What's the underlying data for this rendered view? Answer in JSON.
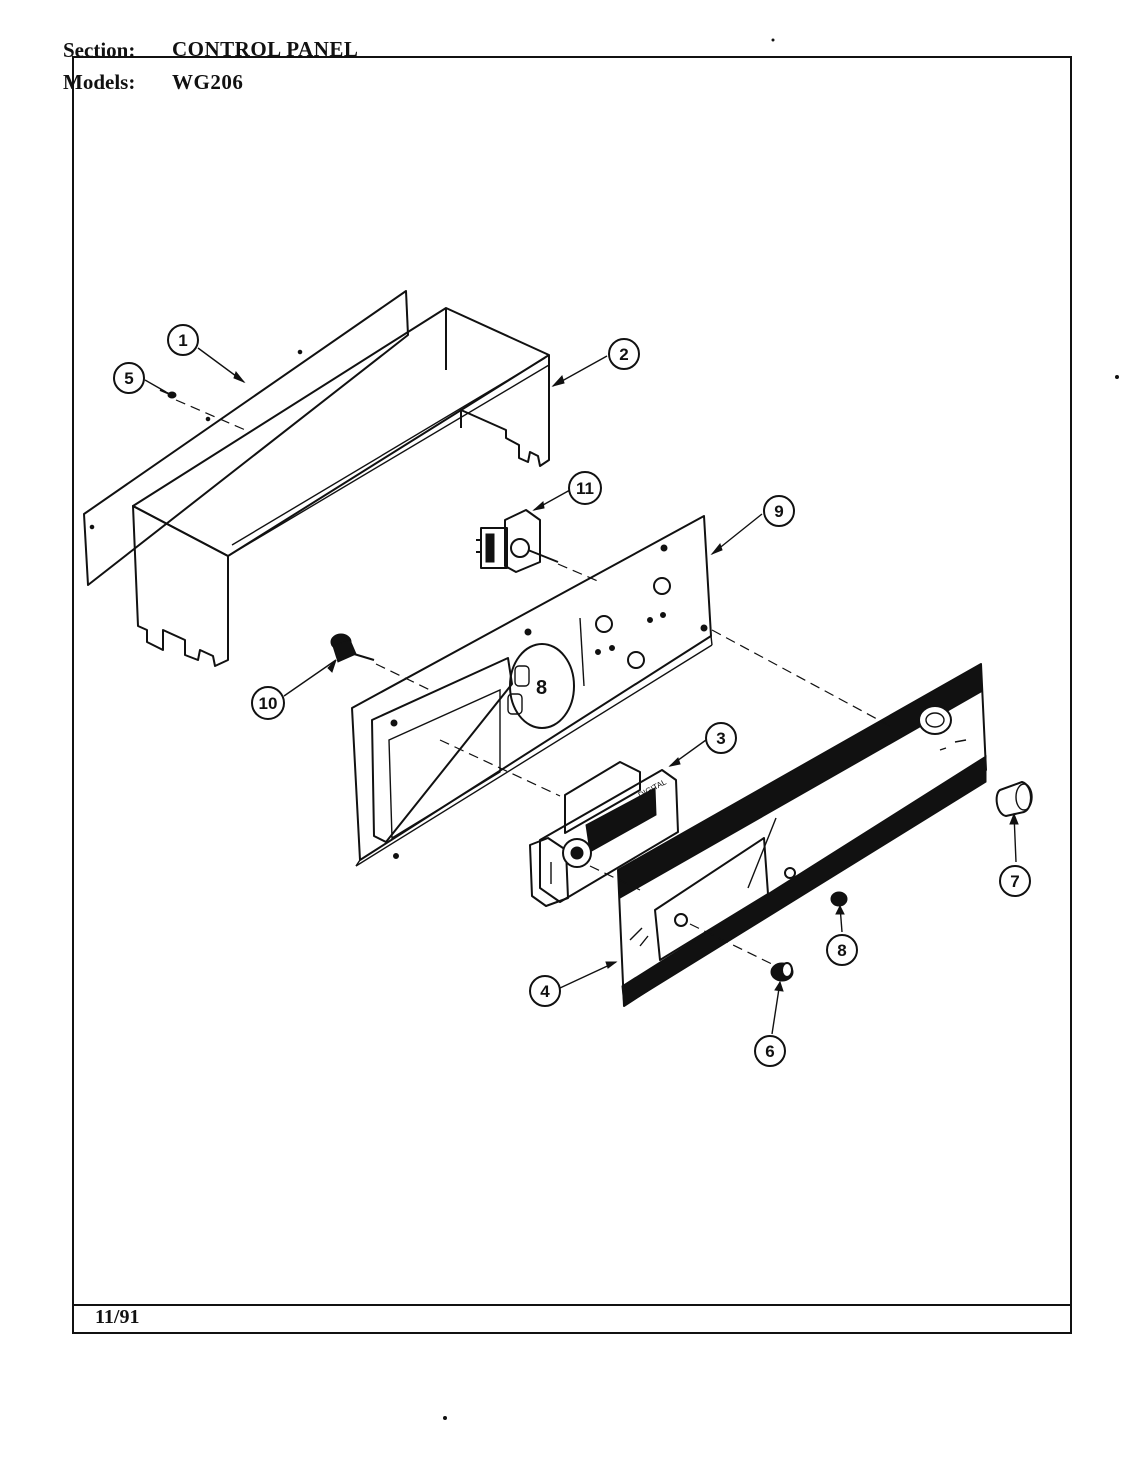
{
  "header": {
    "section_label": "Section:",
    "section_value": "CONTROL PANEL",
    "models_label": "Models:",
    "models_value": "WG206"
  },
  "footer": {
    "date": "11/91"
  },
  "callouts": [
    "1",
    "2",
    "3",
    "4",
    "5",
    "6",
    "7",
    "8",
    "9",
    "10",
    "11"
  ]
}
